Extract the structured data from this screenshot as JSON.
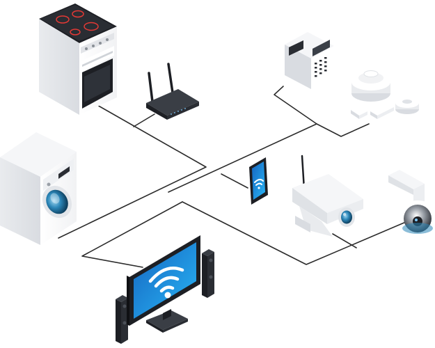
{
  "diagram": {
    "nodes": [
      {
        "id": "stove",
        "icon": "electric-stove-icon"
      },
      {
        "id": "router",
        "icon": "wifi-router-icon"
      },
      {
        "id": "alarm-panel",
        "icon": "alarm-keypad-icon"
      },
      {
        "id": "smoke-detector",
        "icon": "smoke-detector-icon"
      },
      {
        "id": "door-sensor",
        "icon": "door-sensor-icon"
      },
      {
        "id": "motion-sensor",
        "icon": "motion-sensor-icon"
      },
      {
        "id": "washing-machine",
        "icon": "washing-machine-icon"
      },
      {
        "id": "tablet",
        "icon": "tablet-wifi-icon"
      },
      {
        "id": "outdoor-camera",
        "icon": "bullet-camera-icon"
      },
      {
        "id": "dome-camera",
        "icon": "dome-camera-icon"
      },
      {
        "id": "smart-tv",
        "icon": "smart-tv-wifi-icon"
      },
      {
        "id": "speakers",
        "icon": "speaker-icon"
      }
    ],
    "edges": [
      [
        "stove",
        "router"
      ],
      [
        "router",
        "washing-machine"
      ],
      [
        "alarm-panel",
        "tablet"
      ],
      [
        "smoke-detector",
        "alarm-panel"
      ],
      [
        "tablet",
        "smart-tv"
      ],
      [
        "outdoor-camera",
        "dome-camera"
      ],
      [
        "tablet",
        "outdoor-camera"
      ]
    ],
    "colors": {
      "line": "#2b2b2b",
      "screen": "#1e88e5",
      "accent_teal": "#3aa0c0",
      "device_light": "#f2f3f5",
      "device_dark": "#2a2d33"
    }
  }
}
